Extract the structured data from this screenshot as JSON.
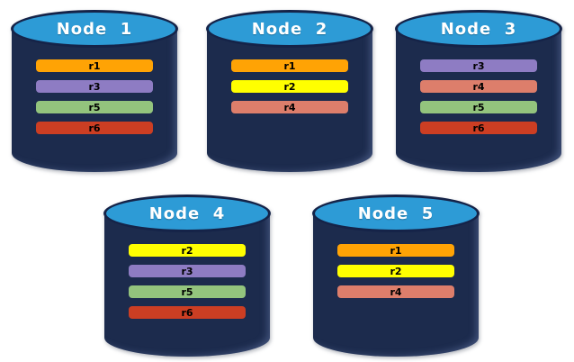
{
  "background_color": "#ffffff",
  "cylinder": {
    "body_color": "#1c2b4d",
    "lid_color": "#2d9bd6",
    "outline_color": "#152348",
    "title_color": "#ffffff",
    "bar_text_color": "#000000"
  },
  "replica_colors": {
    "r1": "#ffa305",
    "r2": "#ffff00",
    "r3": "#8e7cc3",
    "r4": "#dd7e6b",
    "r5": "#93c47d",
    "r6": "#cc3e23"
  },
  "nodes": [
    {
      "title": "Node  1",
      "replicas": [
        "r1",
        "r3",
        "r5",
        "r6"
      ]
    },
    {
      "title": "Node  2",
      "replicas": [
        "r1",
        "r2",
        "r4"
      ]
    },
    {
      "title": "Node  3",
      "replicas": [
        "r3",
        "r4",
        "r5",
        "r6"
      ]
    },
    {
      "title": "Node  4",
      "replicas": [
        "r2",
        "r3",
        "r5",
        "r6"
      ]
    },
    {
      "title": "Node  5",
      "replicas": [
        "r1",
        "r2",
        "r4"
      ]
    }
  ]
}
